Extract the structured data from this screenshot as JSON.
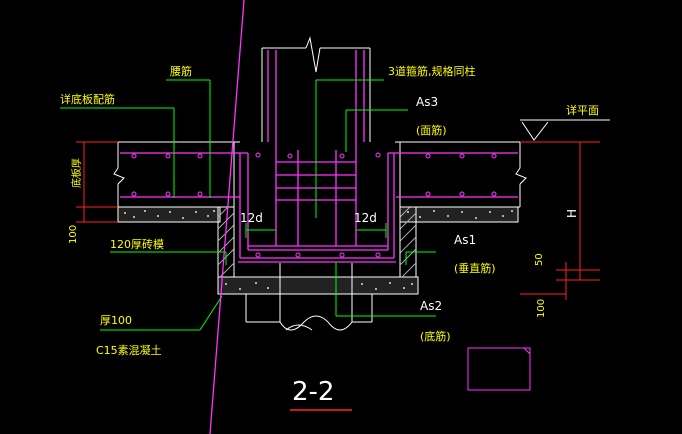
{
  "labels": {
    "waist_bar": "腰筋",
    "stirrup_note": "3道箍筋,规格同柱",
    "slab_rebar": "详底板配筋",
    "as3": "As3",
    "as3_note": "(面筋)",
    "flat_detail": "详平面",
    "slab_thickness": "底板厚",
    "dim_h": "H",
    "anchor_left": "12d",
    "anchor_right": "12d",
    "dim_100_left": "100",
    "brick_mold": "120厚砖模",
    "as1": "As1",
    "as1_note": "(垂直筋)",
    "dim_50": "50",
    "as2": "As2",
    "as2_note": "(底筋)",
    "thick_100": "厚100",
    "concrete": "C15素混凝土",
    "dim_100_right": "100",
    "section_title": "2-2"
  },
  "colors": {
    "background": "#000000",
    "rebar": "#ff33ff",
    "leader": "#00ff00",
    "outline": "#ffffff",
    "text": "#ffff00",
    "dimension": "#ff0000",
    "title_underline": "#ff0000"
  }
}
